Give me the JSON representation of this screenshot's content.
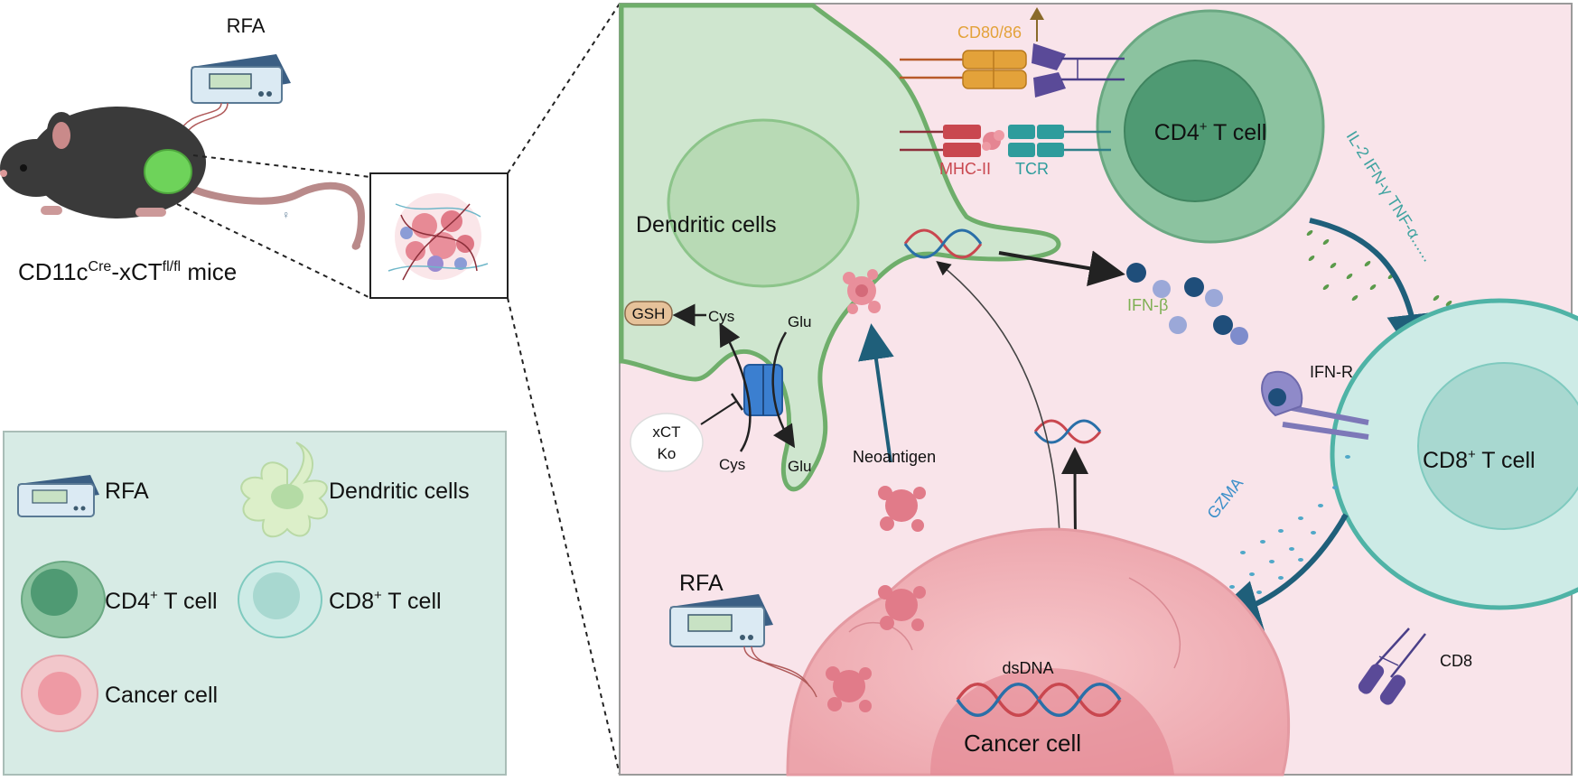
{
  "left_panel": {
    "rfa_device_label": "RFA",
    "mouse_label_base": "CD11c",
    "mouse_label_sup1": "Cre",
    "mouse_label_mid": "-xCT",
    "mouse_label_sup2": "fl/fl",
    "mouse_label_end": " mice"
  },
  "legend": {
    "rfa": "RFA",
    "dendritic": "Dendritic cells",
    "cd4_pre": "CD4",
    "cd4_sup": "+",
    "cd4_post": " T cell",
    "cd8_pre": "CD8",
    "cd8_sup": "+",
    "cd8_post": " T cell",
    "cancer": "Cancer cell"
  },
  "main": {
    "cd80_86": "CD80/86",
    "mhc_ii": "MHC-II",
    "tcr": "TCR",
    "cd4_pre": "CD4",
    "cd4_sup": "+",
    "cd4_post": " T cell",
    "dendritic_cells": "Dendritic cells",
    "cytokines": "IL-2 IFN-γ TNF-α......",
    "ifn_beta": "IFN-β",
    "gsh": "GSH",
    "cys_top": "Cys",
    "glu_top": "Glu",
    "cys_bottom": "Cys",
    "glu_bottom": "Glu",
    "xct_ko_line1": "xCT",
    "xct_ko_line2": "Ko",
    "neoantigen": "Neoantigen",
    "ifn_r": "IFN-R",
    "cd8_pre": "CD8",
    "cd8_sup": "+",
    "cd8_post": " T cell",
    "gzma": "GZMA",
    "rfa": "RFA",
    "dsdna": "dsDNA",
    "cancer_cell": "Cancer cell",
    "cd8_receptor": "CD8"
  },
  "colors": {
    "main_bg": "#f9e4ea",
    "legend_bg": "#d7ebe5",
    "dc_fill": "#cfe6cf",
    "dc_stroke": "#6fae6b",
    "cd4_outer": "#8cc3a0",
    "cd4_inner": "#4f9a73",
    "cd8_outer": "#cdebe6",
    "cd8_stroke": "#4fb3a6",
    "cd8_inner": "#a8d8d0",
    "cancer_fill": "#f2b4b9",
    "accent_blue": "#1f5f7a"
  }
}
